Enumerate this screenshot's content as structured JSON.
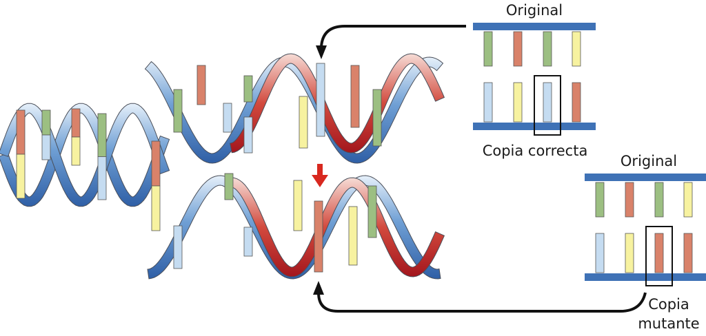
{
  "top_panel": {
    "label_top": "Original",
    "label_bottom": "Copia correcta",
    "top_bases": [
      "green",
      "red",
      "green",
      "yellow"
    ],
    "bottom_bases": [
      "blue",
      "yellow",
      "blue",
      "red"
    ],
    "highlighted_index": 2
  },
  "bottom_panel": {
    "label_top": "Original",
    "label_bottom_line1": "Copia",
    "label_bottom_line2": "mutante",
    "top_bases": [
      "green",
      "red",
      "green",
      "yellow"
    ],
    "bottom_bases": [
      "blue",
      "yellow",
      "red",
      "red"
    ],
    "highlighted_index": 2
  },
  "colors": {
    "backbone_blue": "#3f72b6",
    "strand_red": "#c8222b",
    "arrow": "#d8281f",
    "connector": "#111111",
    "text": "#1a1a1a",
    "base_green": "#9cbf82",
    "base_red": "#d9826a",
    "base_yellow": "#f7f2a0",
    "base_blue": "#c5dcf1"
  },
  "icons": {
    "mutation_arrow": "red-down-arrow-icon",
    "connector_arrow": "black-curved-arrow-icon"
  }
}
